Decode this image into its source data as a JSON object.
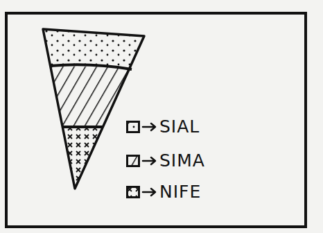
{
  "diagram": {
    "legend": [
      {
        "text": "SIAL"
      },
      {
        "text": "SIMA"
      },
      {
        "text": "NIFE"
      }
    ]
  }
}
